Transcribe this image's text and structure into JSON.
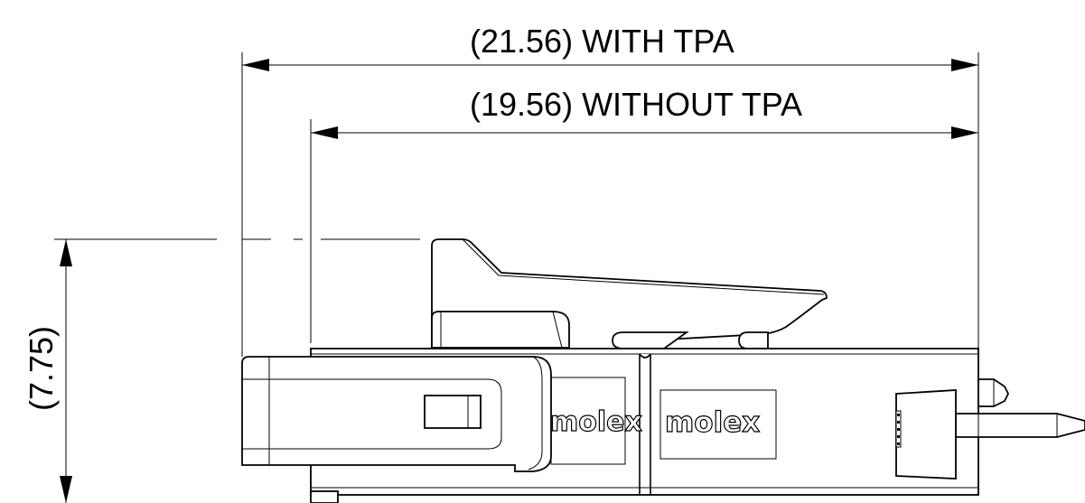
{
  "drawing": {
    "dimensions": {
      "with_tpa": "(21.56) WITH TPA",
      "without_tpa": "(19.56) WITHOUT TPA",
      "height": "(7.75)"
    },
    "logos": {
      "left": "molex",
      "right": "molex"
    }
  }
}
